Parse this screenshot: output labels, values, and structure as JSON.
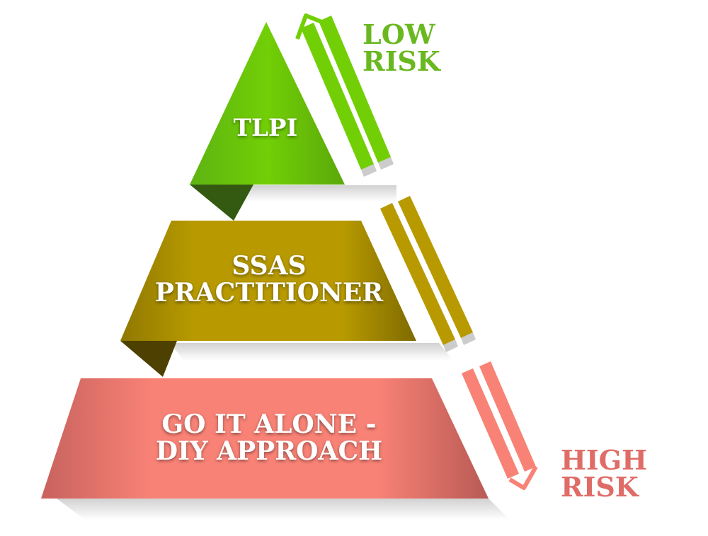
{
  "diagram": {
    "type": "risk-pyramid",
    "tiers": [
      {
        "label": "TLPI",
        "color": "#6ec90a",
        "fold_color": "#345a12"
      },
      {
        "label_line1": "SSAS",
        "label_line2": "PRACTITIONER",
        "color": "#b89a00",
        "fold_color": "#4d4000"
      },
      {
        "label_line1": "GO IT ALONE -",
        "label_line2": "DIY APPROACH",
        "color": "#f98276",
        "fold_color": "#c0605a"
      }
    ],
    "risk_scale": {
      "low": {
        "line1": "LOW",
        "line2": "RISK",
        "color": "#6ab820"
      },
      "high": {
        "line1": "HIGH",
        "line2": "RISK",
        "color": "#e06c67"
      }
    }
  }
}
